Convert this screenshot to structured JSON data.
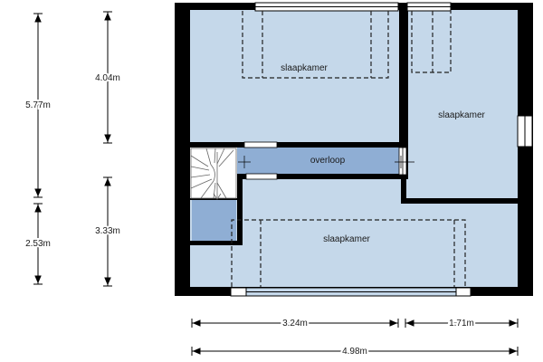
{
  "rooms": {
    "bedroom_top_left": "slaapkamer",
    "bedroom_right": "slaapkamer",
    "bedroom_bottom": "slaapkamer",
    "landing": "overloop"
  },
  "dimensions": {
    "left_total": "5.77m",
    "left_lower": "2.53m",
    "middle_upper": "4.04m",
    "middle_lower": "3.33m",
    "bottom_left": "3.24m",
    "bottom_right": "1.71m",
    "bottom_total": "4.98m"
  },
  "colors": {
    "room_fill": "#c5d8ea",
    "landing_fill": "#8faed4",
    "wall": "#000000",
    "dimension_line": "#000000"
  }
}
